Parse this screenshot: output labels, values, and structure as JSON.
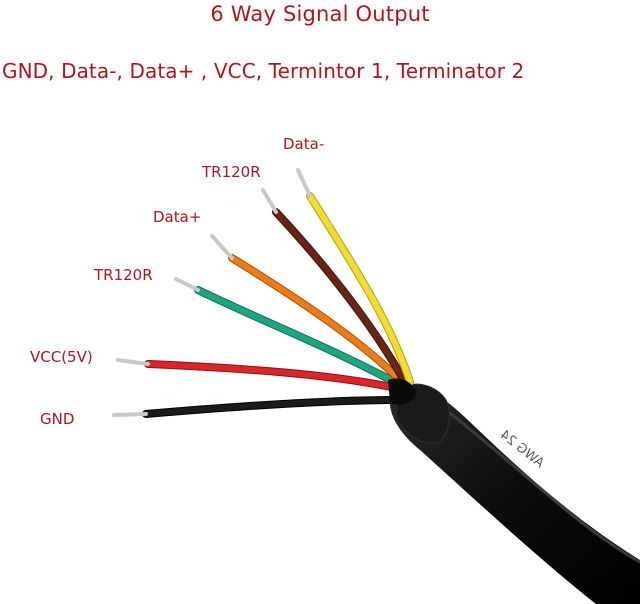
{
  "header": {
    "title": "6 Way Signal Output",
    "subtitle": "GND, Data-, Data+ , VCC, Termintor 1, Terminator 2"
  },
  "wires": [
    {
      "label": "Data-",
      "color": "#f1dd32"
    },
    {
      "label": "TR120R",
      "color": "#6a2417"
    },
    {
      "label": "Data+",
      "color": "#ee7c16"
    },
    {
      "label": "TR120R",
      "color": "#1ea383"
    },
    {
      "label": "VCC(5V)",
      "color": "#d8262b"
    },
    {
      "label": "GND",
      "color": "#1b1b1b"
    }
  ],
  "jacket": {
    "color": "#111111",
    "printed_text": "AWG 24"
  },
  "colors": {
    "text_accent": "#b0151b",
    "background": "#ffffff",
    "conductor_tip": "#c8c8c8"
  }
}
